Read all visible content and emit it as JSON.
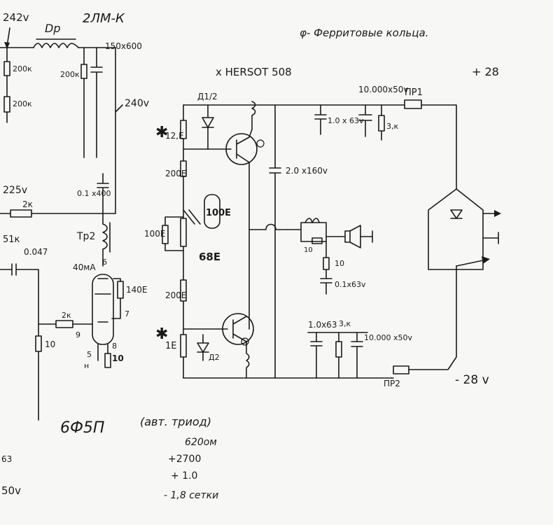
{
  "labels": {
    "v242": "242v",
    "dr": "Dр",
    "tube_2lmk": "2ЛМ-К",
    "cap_150x600": "150x600",
    "r200k_1": "200к",
    "r200k_2": "200к",
    "r200k_3": "200к",
    "v240": "240v",
    "v225": "225v",
    "r2k_top": "2к",
    "cap_01x400": "0.1 x400",
    "r51k": "51к",
    "tr2": "Tр2",
    "c0047": "0.047",
    "ma40": "40мА",
    "pin6": "6",
    "pin7": "7",
    "pin8": "8",
    "pin9": "9",
    "pin5": "5",
    "pinH": "н",
    "r140e": "140Е",
    "r2k_grid": "2к",
    "r10_tube": "10",
    "r10_left": "10",
    "ferrite_note": "φ- Ферритовые кольца.",
    "hersot": "x HERSOT 508",
    "d_top": "Д1/2",
    "plus28": "+ 28",
    "cap_10000x50v": "10.000x50v",
    "pr1": "ПР1",
    "cap_10x63v": "1.0 x 63v",
    "r3k_top": "3,к",
    "r12e": "12,Е",
    "r200e_top": "200Е",
    "cap_20x160v": "2.0 x160v",
    "r100e": "100Е",
    "r100e_box": "100Е",
    "r68e": "68Е",
    "speaker_coil": "10",
    "r10_mid": "10",
    "cap_01x63v": "0.1x63v",
    "r200e_bot": "200Е",
    "r1e": "1Е",
    "d2": "Д2",
    "cap_10x63_bot": "1.0x63",
    "r3k_bot": "3,к",
    "cap_10000_bot": "10.000 x50v",
    "pr2": "ПР2",
    "minus28": "- 28 v",
    "tube_6f5p": "6Ф5П",
    "triode_note": "(авт. триод)",
    "ohm620": "620ом",
    "plus2700": "+2700",
    "x10": "+ 1.0",
    "sec18": "- 1,8 сетки",
    "frag_63": "63",
    "frag_50v": "50v"
  },
  "icons": [
    "asterisk-marker",
    "phi-ferrite-marker",
    "transistor-symbol",
    "diode-symbol",
    "speaker-symbol",
    "bridge-rectifier-symbol",
    "arrow-symbol"
  ],
  "colors": {
    "ink": "#1a1a1a",
    "paper": "#f7f7f5"
  }
}
